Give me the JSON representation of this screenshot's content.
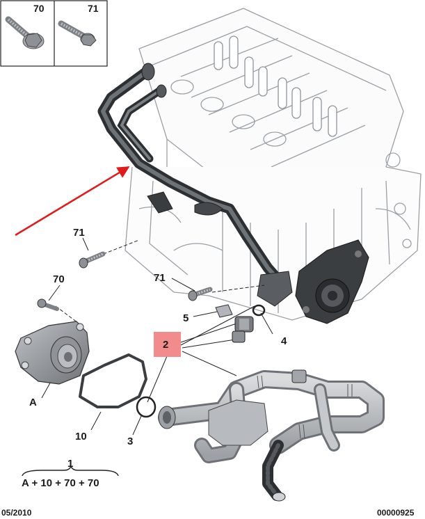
{
  "part_box_labels": [
    "70",
    "71"
  ],
  "callouts": {
    "bolt_71_upper": "71",
    "bolt_70_left": "70",
    "bolt_71_middle": "71",
    "sensor_5": "5",
    "seal_4": "4",
    "highlight_2": "2",
    "pump_A": "A",
    "gasket_10": "10",
    "oring_3": "3"
  },
  "kit": {
    "number": "1",
    "formula": "A + 10 + 70 + 70"
  },
  "footer": {
    "date": "05/2010",
    "ref": "00000925"
  },
  "colors": {
    "highlight": "#f28b8b",
    "arrow": "#e11b1b",
    "pipe": "#3a3d40",
    "engine_line": "#9aa0a6"
  }
}
